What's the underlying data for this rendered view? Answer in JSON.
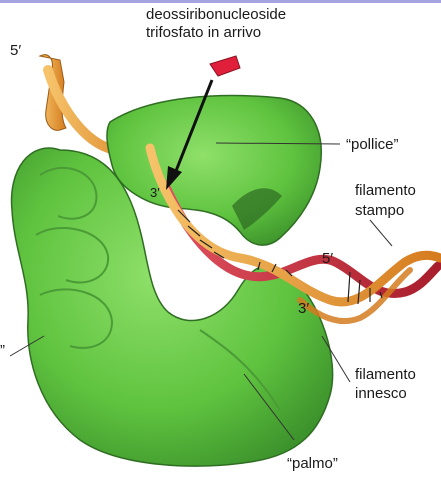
{
  "labels": {
    "incoming_line1": "deossiribonucleoside",
    "incoming_line2": "trifosfato in arrivo",
    "end5_top": "5′",
    "thumb": "“pollice”",
    "template_line1": "filamento",
    "template_line2": "stampo",
    "end3_center": "3′",
    "end5_right": "5′",
    "end3_right": "3′",
    "primer_line1": "filamento",
    "primer_line2": "innesco",
    "palm": "“palmo”",
    "fingers_partial": "”"
  },
  "colors": {
    "enzyme": "#6fcf4a",
    "enzyme_dark": "#3d8f2b",
    "template_strand": "#f0a23c",
    "primer_strand": "#c8283a",
    "nucleotide": "#e0203a",
    "top_bar": "#a6a3de"
  }
}
